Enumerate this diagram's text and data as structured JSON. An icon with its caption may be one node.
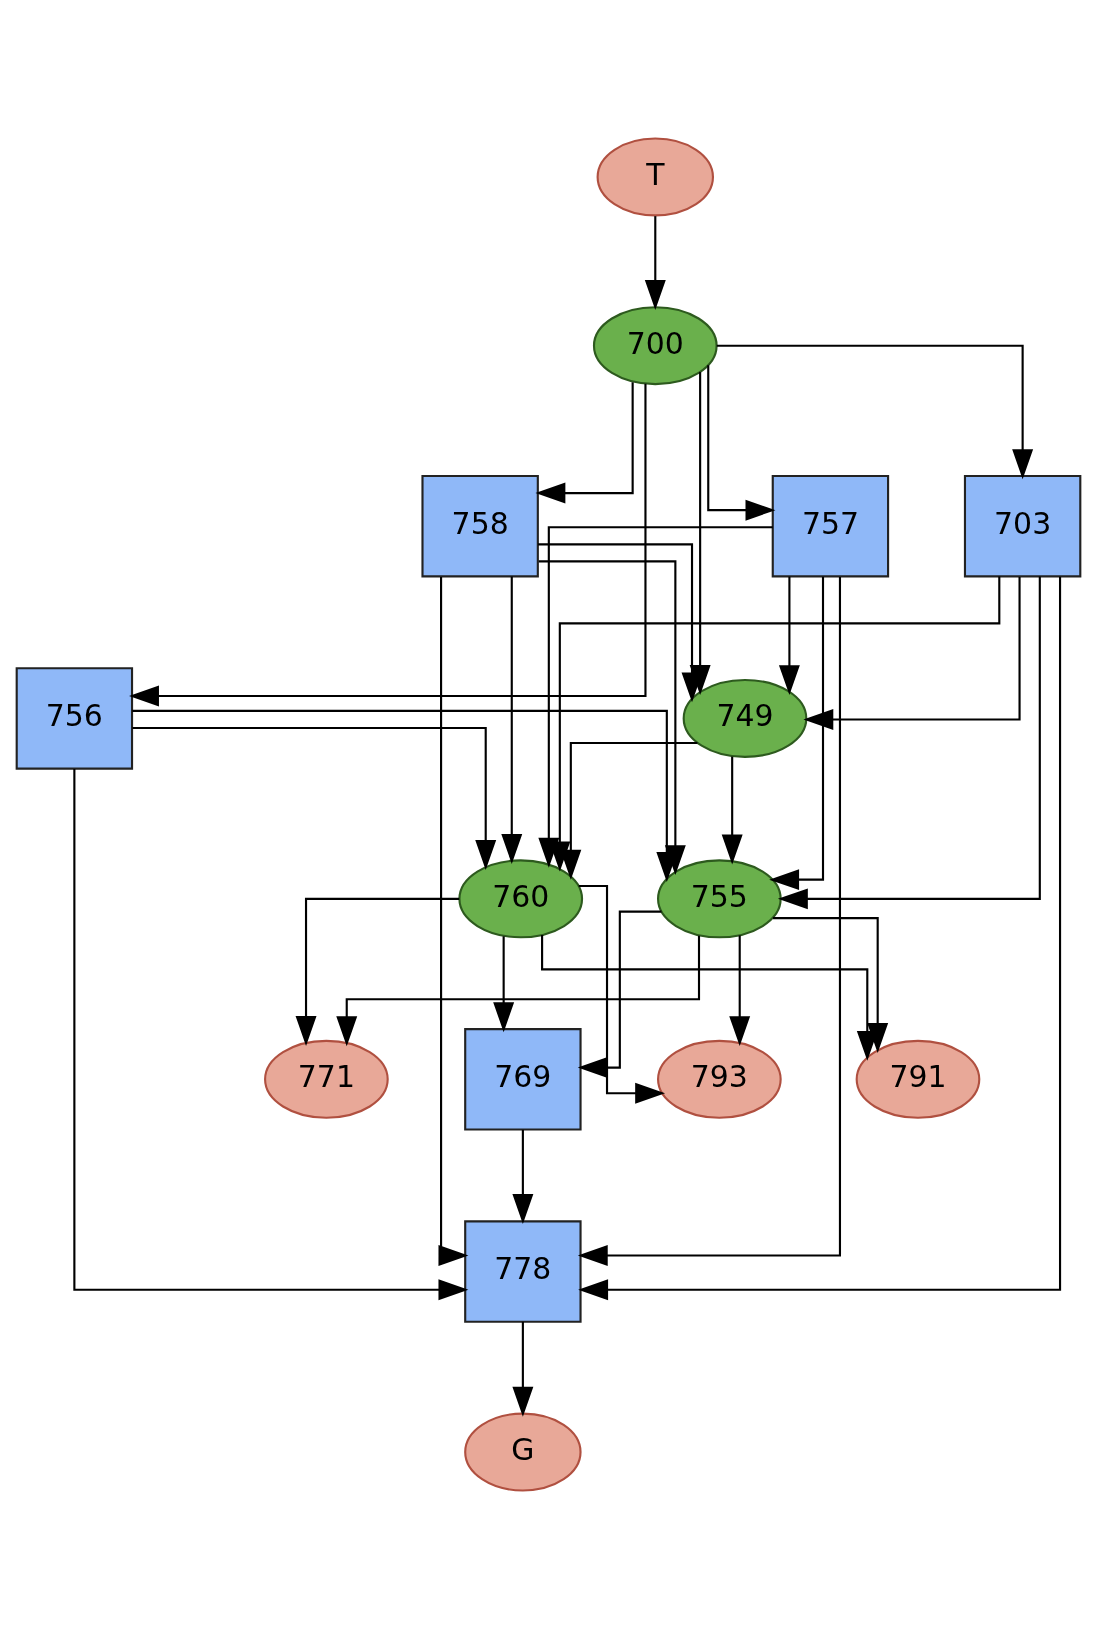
{
  "diagram": {
    "nodes": [
      {
        "text": [
          "T"
        ]
      },
      {
        "text": [
          "700"
        ]
      },
      {
        "text": [
          "757"
        ]
      },
      {
        "text": [
          "703"
        ]
      },
      {
        "text": [
          "758"
        ]
      },
      {
        "text": [
          "749"
        ]
      },
      {
        "text": [
          "756"
        ]
      },
      {
        "text": [
          "760"
        ]
      },
      {
        "text": [
          "755"
        ]
      },
      {
        "text": [
          "769"
        ]
      },
      {
        "text": [
          "771"
        ]
      },
      {
        "text": [
          "793"
        ]
      },
      {
        "text": [
          "791"
        ]
      },
      {
        "text": [
          "778"
        ]
      },
      {
        "text": [
          "G"
        ]
      }
    ],
    "edges": [
      {
        "from": 0,
        "to": 1,
        "arrow": "to"
      },
      {
        "from": 1,
        "to": 2,
        "arrow": "to"
      },
      {
        "from": 1,
        "to": 3,
        "arrow": "to"
      },
      {
        "from": 1,
        "to": 5,
        "arrow": "to"
      },
      {
        "from": 1,
        "to": 4,
        "arrow": "to"
      },
      {
        "from": 1,
        "to": 6,
        "arrow": "to"
      },
      {
        "from": 2,
        "to": 13,
        "arrow": "to"
      },
      {
        "from": 2,
        "to": 7,
        "arrow": "to"
      },
      {
        "from": 2,
        "to": 8,
        "arrow": "to"
      },
      {
        "from": 2,
        "to": 5,
        "arrow": "to"
      },
      {
        "from": 3,
        "to": 13,
        "arrow": "to"
      },
      {
        "from": 3,
        "to": 7,
        "arrow": "to"
      },
      {
        "from": 3,
        "to": 5,
        "arrow": "to"
      },
      {
        "from": 3,
        "to": 8,
        "arrow": "to"
      },
      {
        "from": 4,
        "to": 5,
        "arrow": "to"
      },
      {
        "from": 4,
        "to": 7,
        "arrow": "to"
      },
      {
        "from": 4,
        "to": 8,
        "arrow": "to"
      },
      {
        "from": 4,
        "to": 13,
        "arrow": "to"
      },
      {
        "from": 5,
        "to": 7,
        "arrow": "to"
      },
      {
        "from": 5,
        "to": 8,
        "arrow": "to"
      },
      {
        "from": 6,
        "to": 7,
        "arrow": "to"
      },
      {
        "from": 6,
        "to": 8,
        "arrow": "to"
      },
      {
        "from": 6,
        "to": 13,
        "arrow": "to"
      },
      {
        "from": 7,
        "to": 9,
        "arrow": "to"
      },
      {
        "from": 7,
        "to": 10,
        "arrow": "to"
      },
      {
        "from": 7,
        "to": 11,
        "arrow": "to"
      },
      {
        "from": 7,
        "to": 12,
        "arrow": "to"
      },
      {
        "from": 8,
        "to": 9,
        "arrow": "to"
      },
      {
        "from": 8,
        "to": 10,
        "arrow": "to"
      },
      {
        "from": 8,
        "to": 11,
        "arrow": "to"
      },
      {
        "from": 8,
        "to": 12,
        "arrow": "to"
      },
      {
        "from": 9,
        "to": 13,
        "arrow": "to"
      },
      {
        "from": 13,
        "to": 14,
        "arrow": "to"
      }
    ]
  }
}
